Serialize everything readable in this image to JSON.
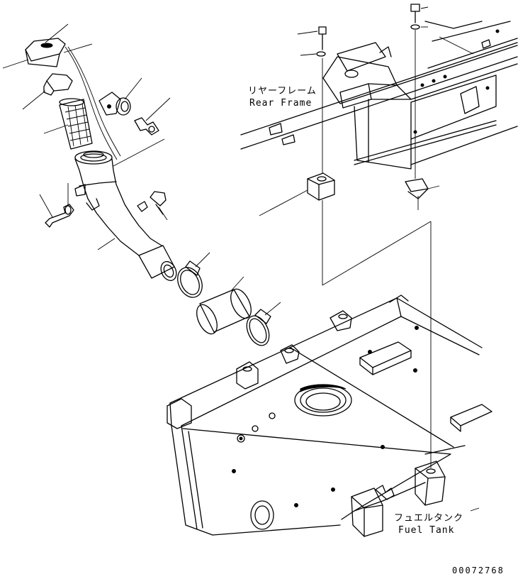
{
  "labels": {
    "rear_frame_jp": "リヤーフレーム",
    "rear_frame_en": "Rear Frame",
    "fuel_tank_jp": "フュエルタンク",
    "fuel_tank_en": "Fuel Tank",
    "drawing_number": "00072768"
  }
}
